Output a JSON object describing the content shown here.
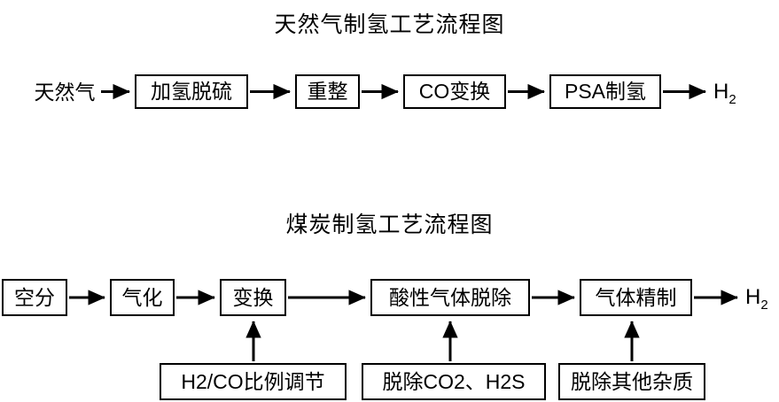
{
  "diagrams": [
    {
      "title": "天然气制氢工艺流程图",
      "input_label": "天然气",
      "output_label": "H",
      "output_sub": "2",
      "nodes": [
        {
          "label": "加氢脱硫"
        },
        {
          "label": "重整"
        },
        {
          "label": "CO变换"
        },
        {
          "label": "PSA制氢"
        }
      ]
    },
    {
      "title": "煤炭制氢工艺流程图",
      "output_label": "H",
      "output_sub": "2",
      "nodes": [
        {
          "label": "空分"
        },
        {
          "label": "气化"
        },
        {
          "label": "变换"
        },
        {
          "label": "酸性气体脱除"
        },
        {
          "label": "气体精制"
        }
      ],
      "inputs": [
        {
          "label": "H2/CO比例调节"
        },
        {
          "label": "脱除CO2、H2S"
        },
        {
          "label": "脱除其他杂质"
        }
      ]
    }
  ],
  "colors": {
    "stroke": "#000000",
    "background": "#ffffff",
    "text": "#000000"
  }
}
